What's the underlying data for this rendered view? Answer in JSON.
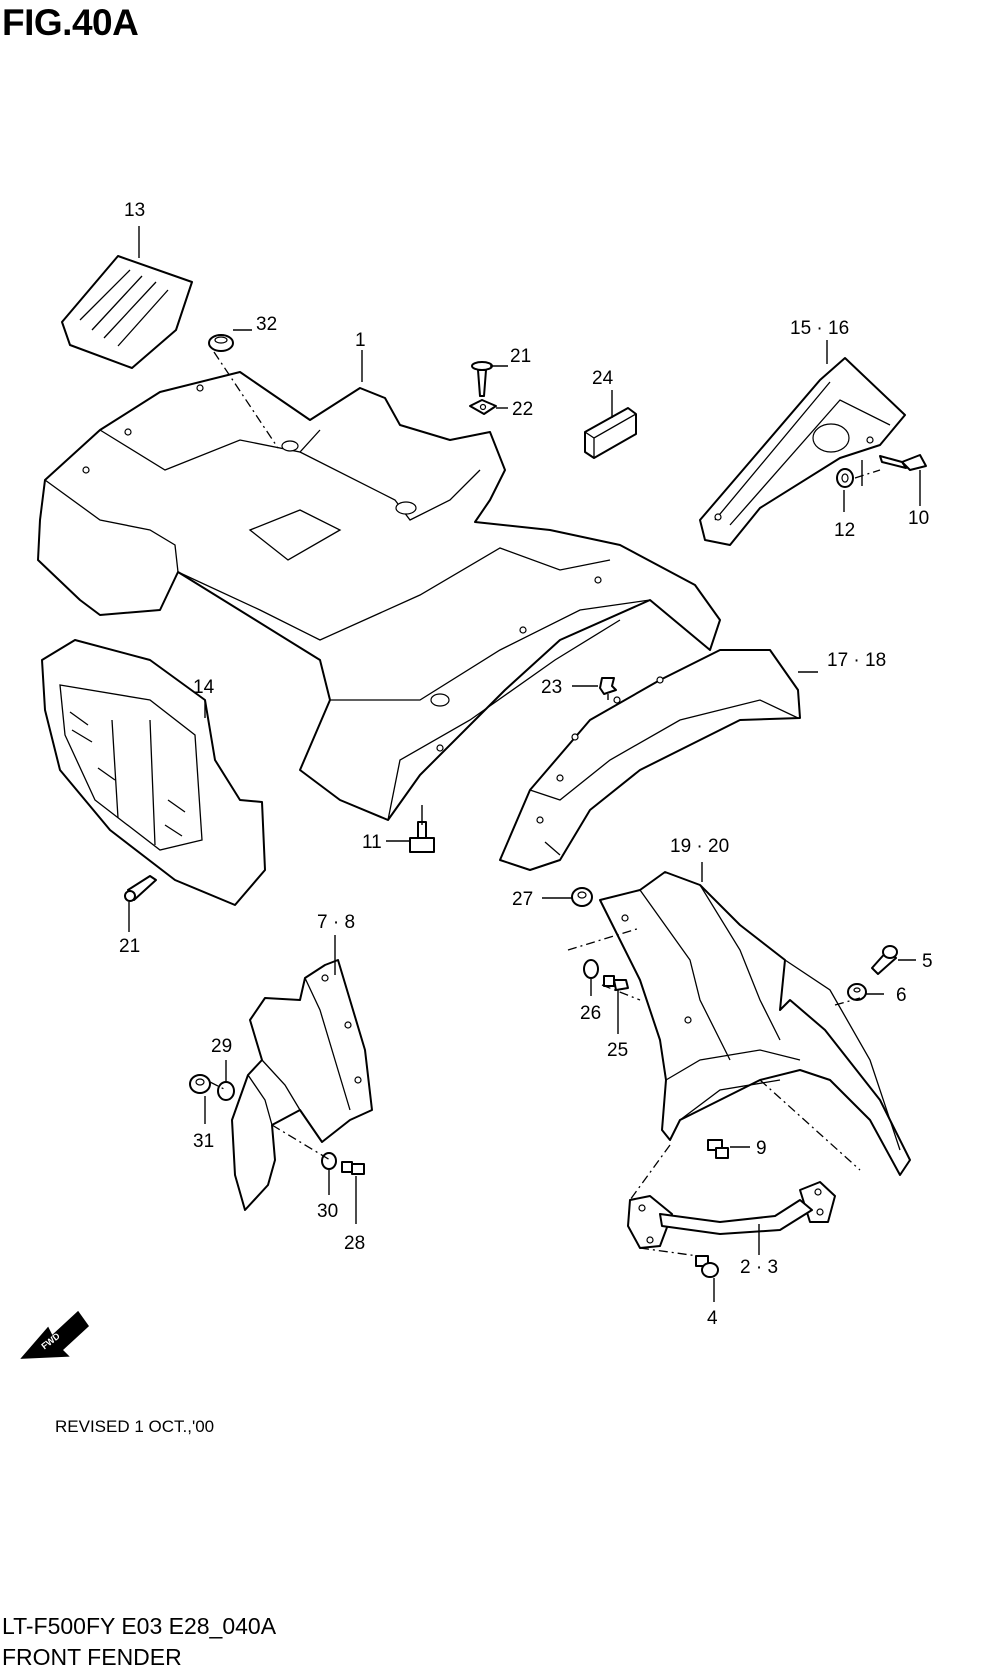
{
  "figure": {
    "title": "FIG.40A"
  },
  "callouts": {
    "p1": "1",
    "p2_3": "2 · 3",
    "p4": "4",
    "p5": "5",
    "p6": "6",
    "p7_8": "7 · 8",
    "p9": "9",
    "p10": "10",
    "p11": "11",
    "p12": "12",
    "p13": "13",
    "p14": "14",
    "p15_16": "15 · 16",
    "p17_18": "17 · 18",
    "p19_20": "19 · 20",
    "p21a": "21",
    "p21b": "21",
    "p22": "22",
    "p23": "23",
    "p24": "24",
    "p25": "25",
    "p26": "26",
    "p27": "27",
    "p28": "28",
    "p29": "29",
    "p30": "30",
    "p31": "31",
    "p32": "32"
  },
  "fwd_badge": "FWD",
  "footer": {
    "revised": "REVISED 1 OCT.,'00",
    "model_code": "LT-F500FY E03 E28_040A",
    "caption": "FRONT FENDER"
  }
}
